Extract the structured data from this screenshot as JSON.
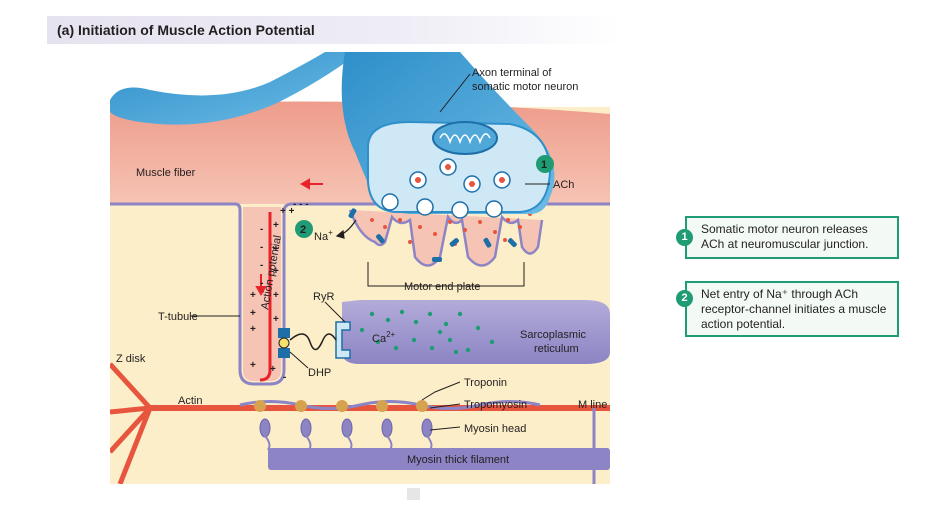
{
  "title": "(a) Initiation of Muscle Action Potential",
  "labels": {
    "axon_terminal_line1": "Axon terminal of",
    "axon_terminal_line2": "somatic motor neuron",
    "muscle_fiber": "Muscle fiber",
    "action_potential": "Action potential",
    "ach": "ACh",
    "na": "Na",
    "na_sup": "+",
    "motor_end_plate": "Motor end plate",
    "ryr": "RyR",
    "t_tubule": "T-tubule",
    "ca": "Ca",
    "ca_sup": "2+",
    "sarcoplasmic_line1": "Sarcoplasmic",
    "sarcoplasmic_line2": "reticulum",
    "z_disk": "Z disk",
    "dhp": "DHP",
    "troponin": "Troponin",
    "actin": "Actin",
    "tropomyosin": "Tropomyosin",
    "m_line": "M line",
    "myosin_head": "Myosin head",
    "myosin_thick_filament": "Myosin thick filament"
  },
  "steps": [
    {
      "number": "1",
      "text": "Somatic motor neuron releases ACh at neuromuscular junction."
    },
    {
      "number": "2",
      "text": "Net entry of Na⁺ through ACh receptor-channel initiates a muscle action potential."
    }
  ],
  "colors": {
    "accent": "#1f9c74",
    "arrow": "#e8242b",
    "neuron": "#4fa8d8",
    "muscle": "#f2b3a3",
    "cytoplasm": "#fbeec8",
    "actin": "#e8553f",
    "myosin": "#8c84c4"
  }
}
